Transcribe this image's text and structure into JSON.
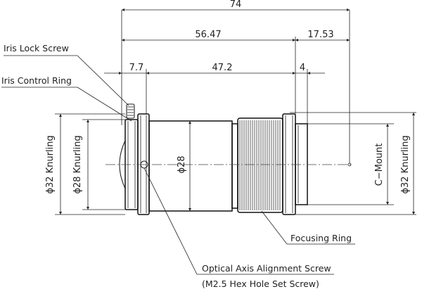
{
  "dimensions": {
    "overall_length": "74",
    "front_to_mount": "56.47",
    "flange_back": "17.53",
    "ring_width": "7.7",
    "barrel_length": "47.2",
    "mount_thread": "4",
    "barrel_diameter": "ϕ28",
    "knurl_small": "ϕ28 Knurling",
    "knurl_large_left": "ϕ32 Knurling",
    "knurl_large_right": "ϕ32 Knurling"
  },
  "callouts": {
    "iris_lock_screw": "Iris Lock Screw",
    "iris_control_ring": "Iris Control Ring",
    "c_mount": "C−Mount",
    "focusing_ring": "Focusing Ring",
    "optical_axis_line1": "Optical Axis Alignment Screw",
    "optical_axis_line2": "(M2.5 Hex Hole Set Screw)"
  }
}
